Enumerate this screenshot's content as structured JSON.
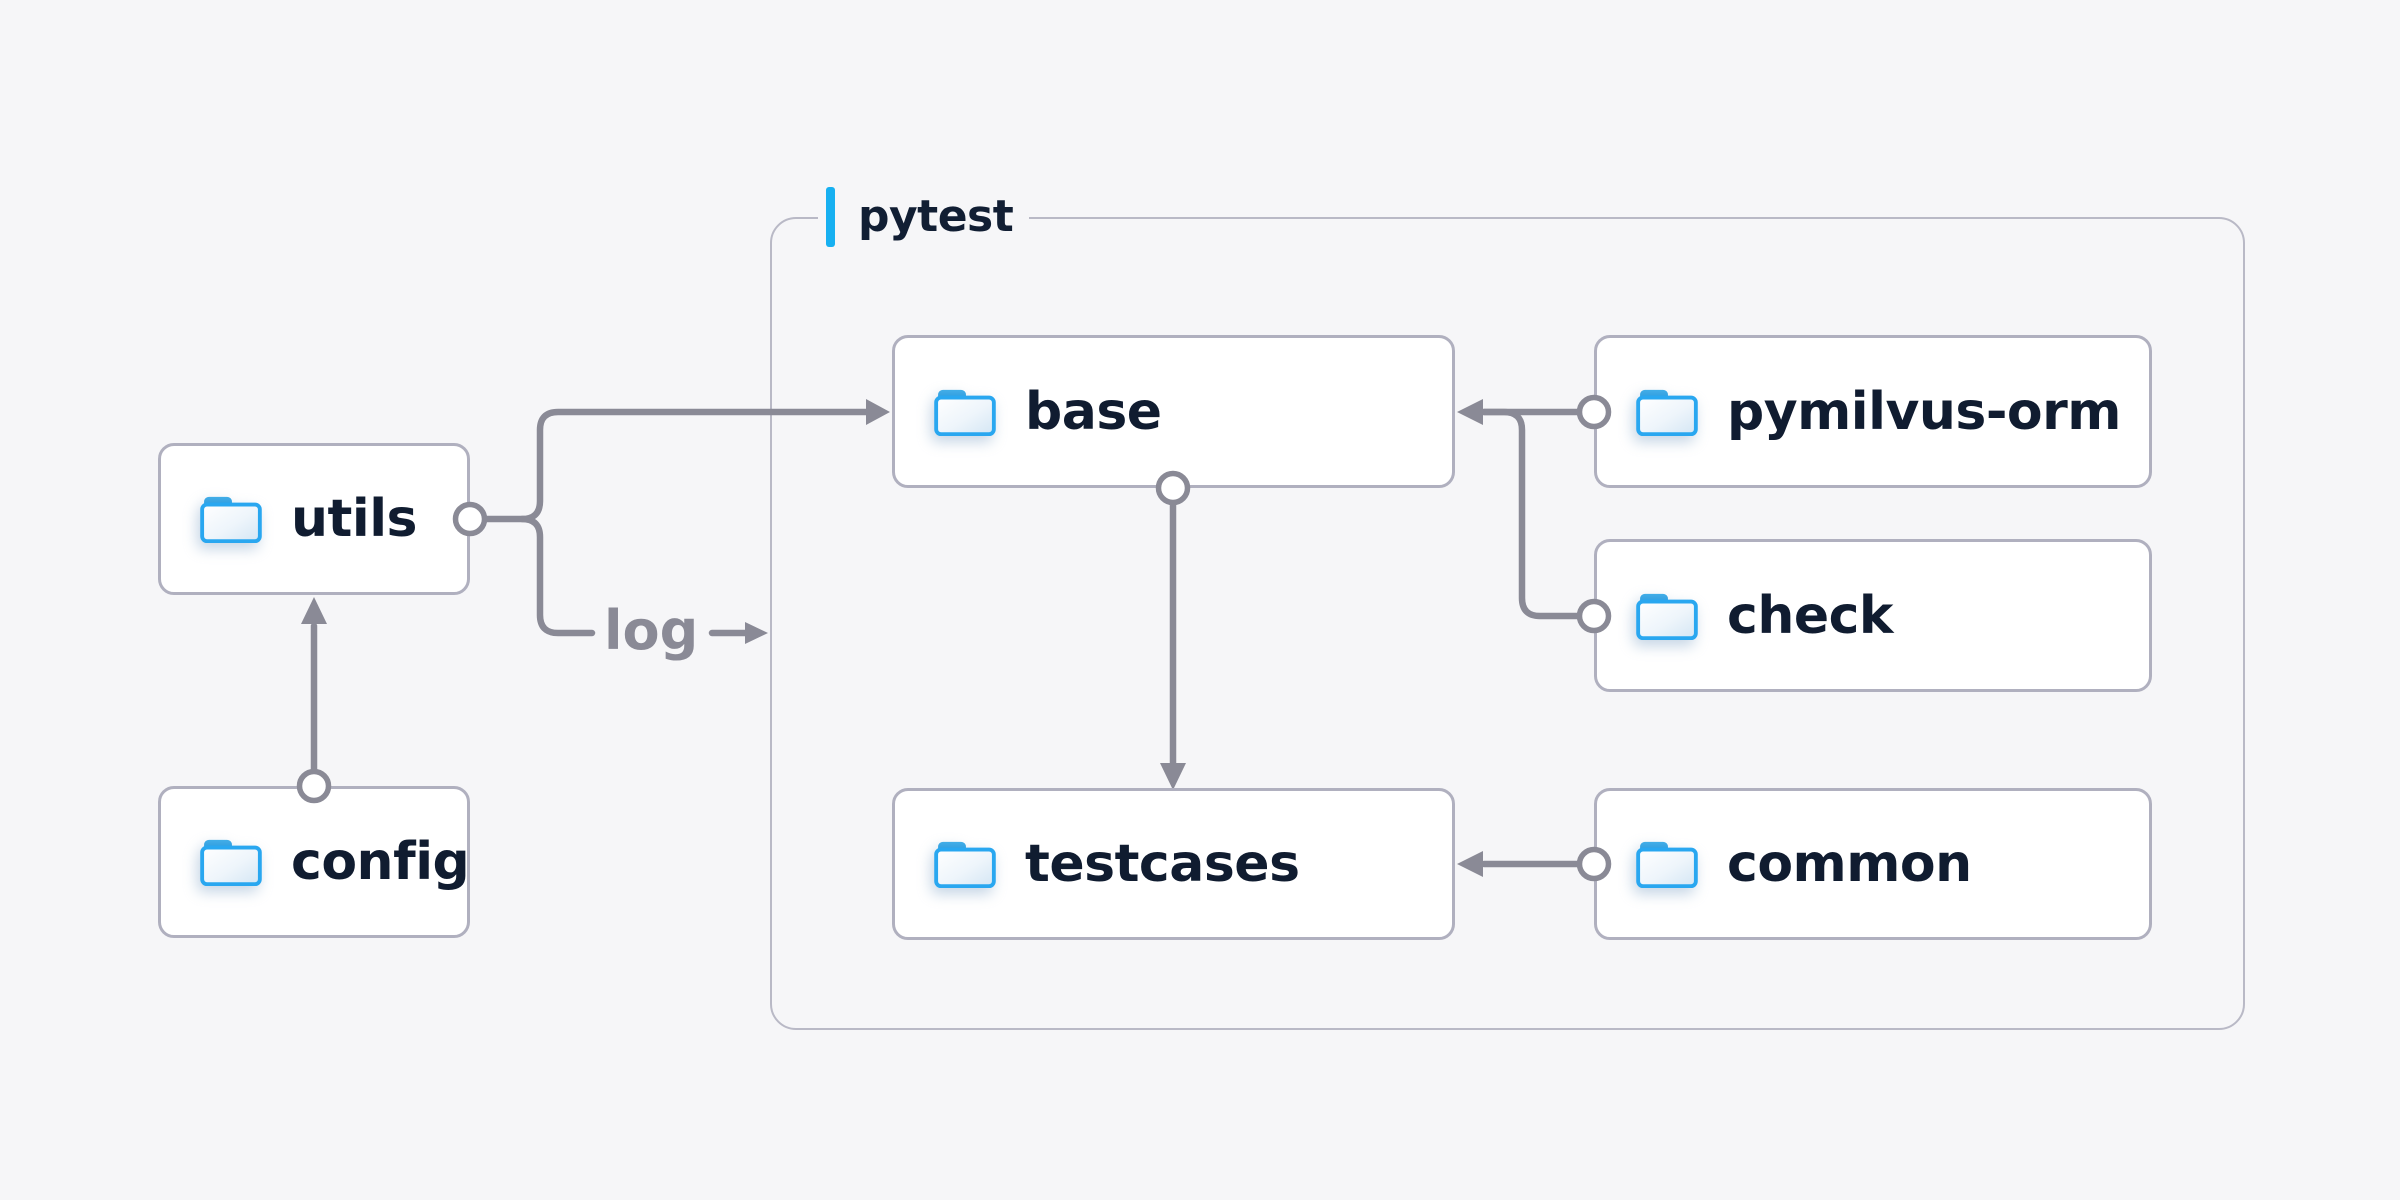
{
  "palette": {
    "background": "#f6f6f8",
    "node_fill": "#ffffff",
    "node_border": "#b0b0bf",
    "group_border": "#b9b9c6",
    "connector_gray": "#8a8a96",
    "text_dark": "#101c30",
    "accent_blue": "#17b0f1",
    "folder_stroke": "#29a7f0"
  },
  "group": {
    "label": "pytest"
  },
  "nodes": {
    "utils": {
      "label": "utils"
    },
    "config": {
      "label": "config"
    },
    "base": {
      "label": "base"
    },
    "testcases": {
      "label": "testcases"
    },
    "pymilvus_orm": {
      "label": "pymilvus-orm"
    },
    "check": {
      "label": "check"
    },
    "common": {
      "label": "common"
    }
  },
  "edges": {
    "log_label": "log",
    "connections": [
      {
        "from": "config",
        "to": "utils",
        "arrow": true
      },
      {
        "from": "utils",
        "to": "base",
        "arrow": true
      },
      {
        "from": "utils",
        "to": "pytest-group",
        "arrow": true,
        "label": "log"
      },
      {
        "from": "pymilvus-orm",
        "to": "base",
        "arrow": true
      },
      {
        "from": "check",
        "to": "base",
        "arrow": true
      },
      {
        "from": "base",
        "to": "testcases",
        "arrow": true
      },
      {
        "from": "common",
        "to": "testcases",
        "arrow": true
      }
    ]
  },
  "icons": {
    "node_icon": "folder-icon"
  }
}
